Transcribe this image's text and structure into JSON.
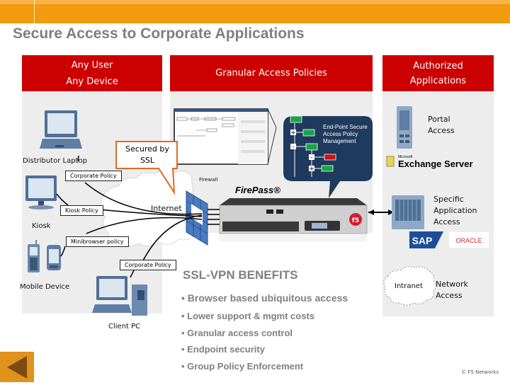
{
  "slide": {
    "title": "Secure Access to Corporate Applications",
    "copyright": "© F5 Networks"
  },
  "headers": {
    "users": [
      "Any User",
      "Any Device"
    ],
    "policies": "Granular Access Policies",
    "apps": [
      "Authorized",
      "Applications"
    ]
  },
  "devices": {
    "laptop": "Distributor Laptop",
    "kiosk": "Kiosk",
    "mobile": "Mobile Device",
    "client_pc": "Client PC"
  },
  "policies": {
    "corporate_top": "Corporate Policy",
    "kiosk": "Kiosk Policy",
    "minibrowser": "Minibrowser policy",
    "corporate_bottom": "Corporate Policy"
  },
  "network": {
    "internet": "Internet",
    "firewall": "Firewall",
    "firepass": "FirePass®",
    "ssl_callout": [
      "Secured by",
      "SSL"
    ],
    "endpoint_callout": [
      "End-Point Secure",
      "Access Policy",
      "Management"
    ],
    "intranet": "Intranet"
  },
  "apps": {
    "portal": [
      "Portal",
      "Access"
    ],
    "exchange_small": "Microsoft",
    "exchange": "Exchange Server",
    "specific": [
      "Specific",
      "Application",
      "Access"
    ],
    "sap": "SAP",
    "oracle": "ORACLE",
    "network": [
      "Network",
      "Access"
    ]
  },
  "benefits": {
    "title": "SSL-VPN BENEFITS",
    "items": [
      "• Browser based ubiquitous access",
      "• Lower support & mgmt costs",
      "• Granular access control",
      "• Endpoint security",
      "• Group Policy Enforcement"
    ]
  },
  "colors": {
    "header_red": "#cc0000",
    "top_bar_orange": "#f29b0f",
    "callout_navy": "#1f3a5f",
    "ssl_callout_border": "#e06a1e",
    "node_green": "#1aa34a",
    "node_red": "#cc1111"
  }
}
